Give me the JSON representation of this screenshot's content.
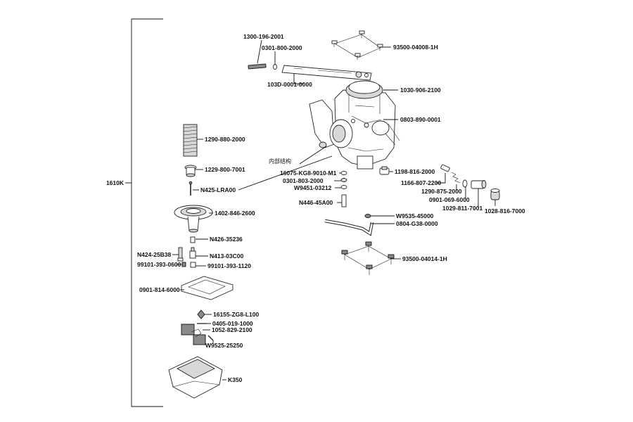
{
  "assembly": {
    "label": "1610K"
  },
  "callouts": {
    "c1": "1300-196-2001",
    "c2": "0301-800-2000",
    "c3": "93500-04008-1H",
    "c4": "103D-0001-0000",
    "c5": "1030-906-2100",
    "c6": "0803-890-0001",
    "c7": "1290-880-2000",
    "c8": "1229-800-7001",
    "c9": "内部结构",
    "c10": "16075-KG8-9010-M1",
    "c11": "0301-803-2000",
    "c12": "W9451-03212",
    "c13": "1198-816-2000",
    "c14": "N425-LRA00",
    "c15": "1166-807-2200",
    "c16": "1290-875-2000",
    "c17": "N446-45A00",
    "c18": "0901-069-6000",
    "c19": "1029-811-7001",
    "c20": "1028-816-7000",
    "c21": "1402-846-2600",
    "c22": "W9535-45000",
    "c23": "0804-G38-0000",
    "c24": "N426-35236",
    "c25": "N424-25B38",
    "c26": "N413-03C00",
    "c27": "93500-04014-1H",
    "c28": "99101-393-0600",
    "c29": "99101-393-1120",
    "c30": "0901-814-6000",
    "c31": "16155-ZG8-L100",
    "c32": "0405-019-1000",
    "c33": "1052-829-2100",
    "c34": "W9525-25250",
    "c35": "K350"
  }
}
